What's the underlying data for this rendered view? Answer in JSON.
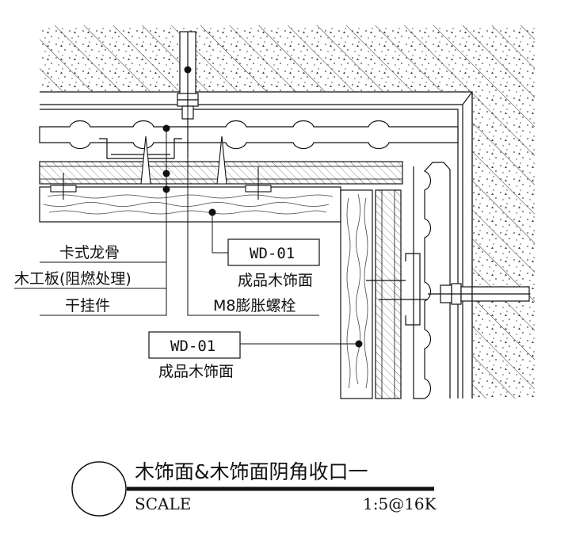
{
  "labels": {
    "keel": "卡式龙骨",
    "board": "木工板(阻燃处理)",
    "hanger": "干挂件",
    "tag_upper": "WD-01",
    "finish_upper": "成品木饰面",
    "bolt": "M8膨胀螺栓",
    "tag_lower": "WD-01",
    "finish_lower": "成品木饰面"
  },
  "title_block": {
    "title": "木饰面&木饰面阴角收口一",
    "scale_label": "SCALE",
    "scale_value": "1:5@16K"
  }
}
